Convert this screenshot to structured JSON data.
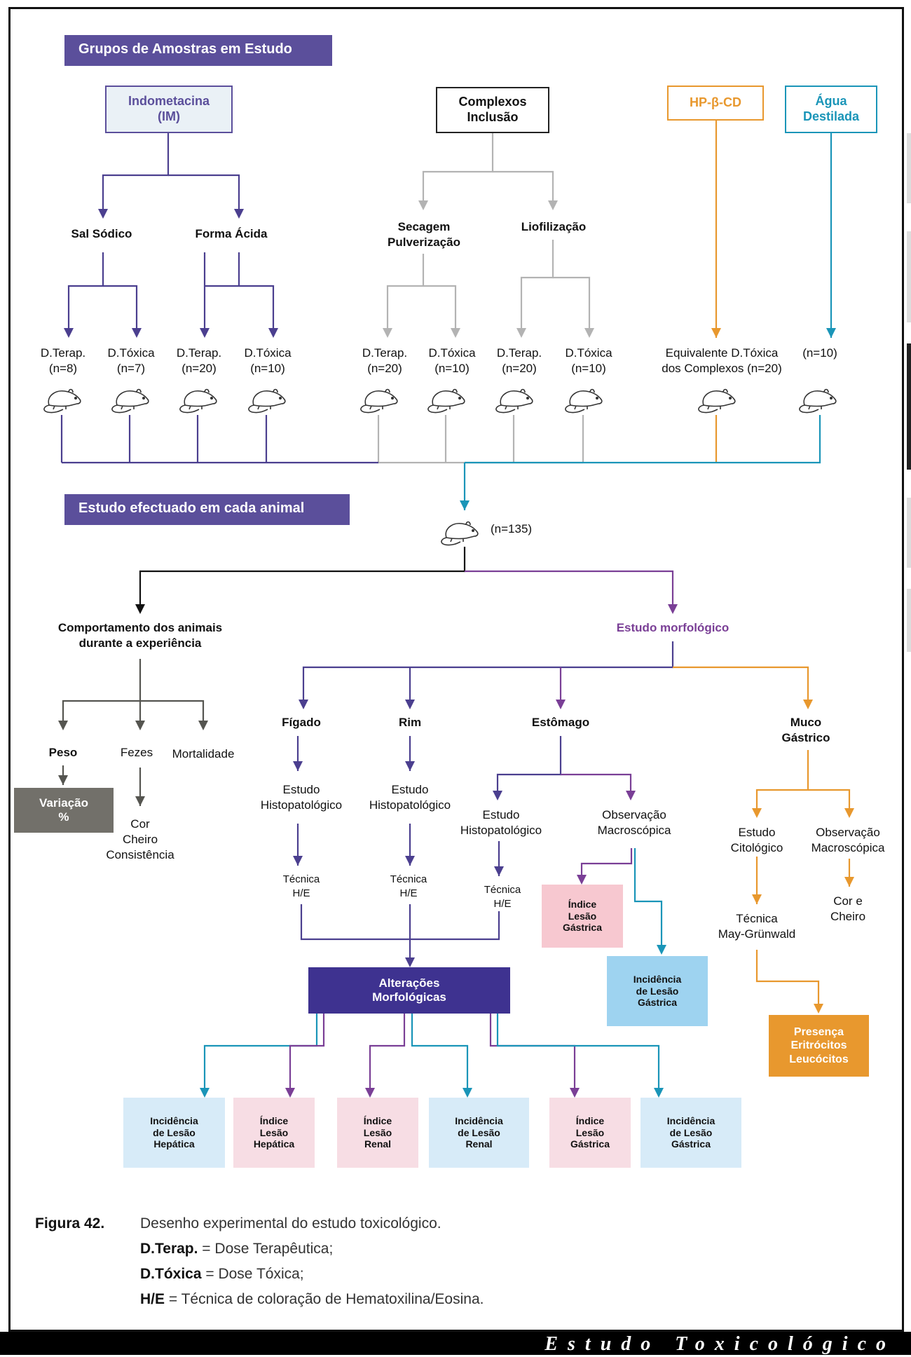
{
  "headers": {
    "groups": "Grupos de Amostras em Estudo",
    "study": "Estudo efectuado em cada animal"
  },
  "top_boxes": {
    "indometacina": "Indometacina\n(IM)",
    "complexos": "Complexos\nInclusão",
    "hpcd": "HP-β-CD",
    "agua": "Água\nDestilada"
  },
  "branches": {
    "sal_sodico": "Sal Sódico",
    "forma_acida": "Forma Ácida",
    "secagem": "Secagem\nPulverização",
    "liofilizacao": "Liofilização"
  },
  "dose_groups": [
    {
      "dose": "D.Terap.",
      "n": "(n=8)"
    },
    {
      "dose": "D.Tóxica",
      "n": "(n=7)"
    },
    {
      "dose": "D.Terap.",
      "n": "(n=20)"
    },
    {
      "dose": "D.Tóxica",
      "n": "(n=10)"
    },
    {
      "dose": "D.Terap.",
      "n": "(n=20)"
    },
    {
      "dose": "D.Tóxica",
      "n": "(n=10)"
    },
    {
      "dose": "D.Terap.",
      "n": "(n=20)"
    },
    {
      "dose": "D.Tóxica",
      "n": "(n=10)"
    }
  ],
  "equivalente": "Equivalente D.Tóxica\ndos Complexos  (n=20)",
  "agua_n": "(n=10)",
  "total_n": "(n=135)",
  "behaviour": {
    "title": "Comportamento dos animais\ndurante a experiência",
    "peso": "Peso",
    "fezes": "Fezes",
    "mortalidade": "Mortalidade",
    "variacao": "Variação\n%",
    "fezes_detail": "Cor\nCheiro\nConsistência"
  },
  "morph": {
    "title": "Estudo morfológico",
    "figado": "Fígado",
    "rim": "Rim",
    "estomago": "Estômago",
    "muco": "Muco\nGástrico",
    "histo": "Estudo\nHistopatológico",
    "tecnica_he": "Técnica\nH/E",
    "observacao": "Observação\nMacroscópica",
    "indice_lesao_gastrica": "Índice\nLesão\nGástrica",
    "incidencia_lesao_gastrica": "Incidência\nde Lesão\nGástrica",
    "citologico": "Estudo\nCitológico",
    "tecnica_mg": "Técnica\nMay-Grünwald",
    "cor_cheiro": "Cor e\nCheiro",
    "presenca": "Presença\nEritrócitos\nLeucócitos",
    "alteracoes": "Alterações\nMorfológicas"
  },
  "outcomes": [
    {
      "label": "Incidência\nde Lesão\nHepática"
    },
    {
      "label": "Índice\nLesão\nHepática"
    },
    {
      "label": "Índice\nLesão\nRenal"
    },
    {
      "label": "Incidência\nde Lesão\nRenal"
    },
    {
      "label": "Índice\nLesão\nGástrica"
    },
    {
      "label": "Incidência\nde Lesão\nGástrica"
    }
  ],
  "caption": {
    "figure": "Figura 42.",
    "title": "Desenho experimental do estudo toxicológico.",
    "legend": [
      {
        "term": "D.Terap.",
        "def": " = Dose Terapêutica;"
      },
      {
        "term": "D.Tóxica",
        "def": " = Dose Tóxica;"
      },
      {
        "term": "H/E",
        "def": " = Técnica de coloração de Hematoxilina/Eosina."
      }
    ]
  },
  "footer": "Estudo Toxicológico",
  "colors": {
    "purple": "#4b3f8f",
    "grey": "#b3b3b3",
    "orange": "#e8982e",
    "teal": "#1a95b8",
    "violet": "#7a3f96",
    "dark": "#555550",
    "pink": "#f7c8d0",
    "lightblue": "#d7ebf8",
    "skyblue": "#9ed3f0"
  }
}
